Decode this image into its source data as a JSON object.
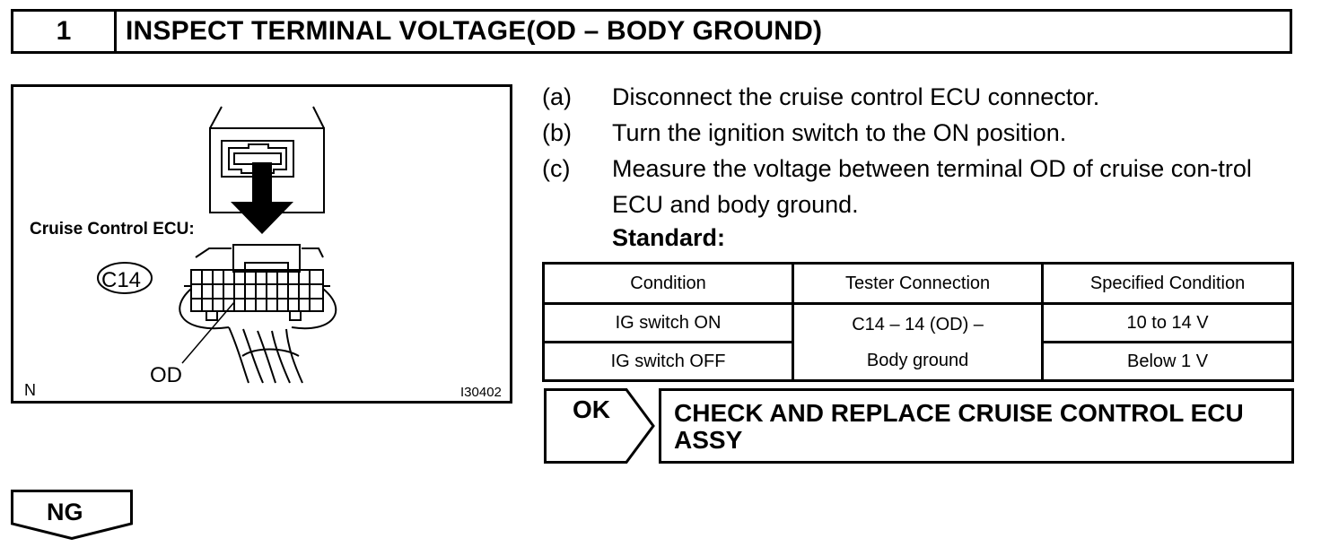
{
  "header": {
    "step_number": "1",
    "title": "INSPECT TERMINAL VOLTAGE(OD – BODY GROUND)"
  },
  "figure": {
    "ecu_label": "Cruise Control ECU:",
    "connector_code": "C14",
    "terminal_label": "OD",
    "corner_left": "N",
    "figure_id": "I30402"
  },
  "procedure": [
    {
      "letter": "(a)",
      "text": "Disconnect the cruise control ECU connector."
    },
    {
      "letter": "(b)",
      "text": "Turn the ignition switch to the ON position."
    },
    {
      "letter": "(c)",
      "text": "Measure the voltage between terminal OD of cruise con-trol ECU and body ground."
    }
  ],
  "standard_label": "Standard:",
  "spec_table": {
    "headers": [
      "Condition",
      "Tester Connection",
      "Specified Condition"
    ],
    "rows": [
      {
        "condition": "IG switch ON",
        "specified": "10 to 14 V"
      },
      {
        "condition": "IG switch OFF",
        "specified": "Below 1 V"
      }
    ],
    "tester_connection_line1": "C14 – 14 (OD) –",
    "tester_connection_line2": "Body ground"
  },
  "ok_result": {
    "label": "OK",
    "action_line1": "CHECK AND REPLACE CRUISE CONTROL ECU",
    "action_line2": "ASSY"
  },
  "ng_result": {
    "label": "NG"
  }
}
